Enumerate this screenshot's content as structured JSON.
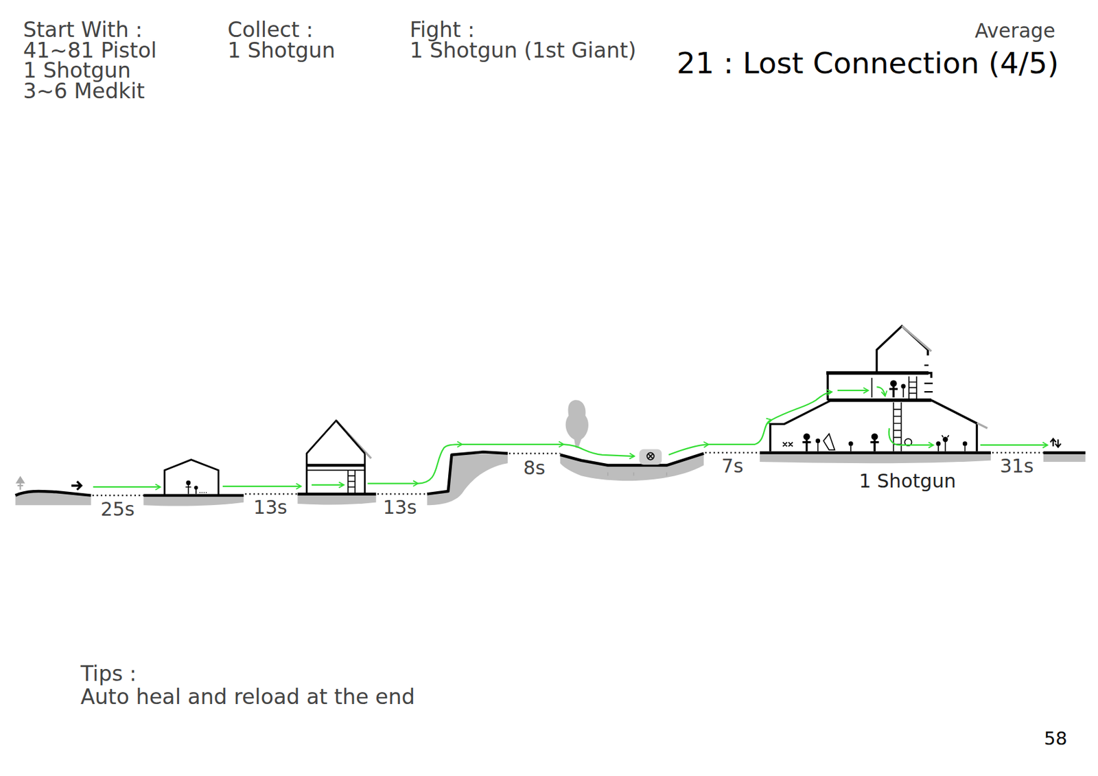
{
  "diagram": {
    "title": "21 : Lost Connection (4/5)",
    "labels": [
      "Start With :",
      "41~81 Pistol",
      "1 Shotgun",
      "3~6 Medkit",
      "Collect :",
      "1 Shotgun",
      "Fight :",
      "1 Shotgun (1st Giant)",
      "Average",
      "25s",
      "13s",
      "13s",
      "8s",
      "7s",
      "31s",
      "1 Shotgun",
      "Tips :",
      "Auto heal and reload at the end",
      "58"
    ]
  }
}
